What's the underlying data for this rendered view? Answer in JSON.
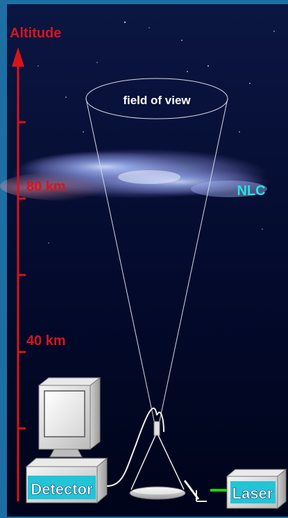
{
  "axis": {
    "title": "Altitude",
    "ticks": [
      {
        "label": "80 km"
      },
      {
        "label": "40 km"
      }
    ]
  },
  "labels": {
    "field_of_view": "field of view",
    "cloud": "NLC",
    "detector": "Detector",
    "laser": "Laser"
  },
  "colors": {
    "axis": "#d8141c",
    "sky_top": "#0a1540",
    "sky_bottom": "#00061e",
    "frame": "#1d6fa3",
    "nlc": "#27e2e8",
    "label_box": "#22c4d6",
    "laser_beam": "#11d611",
    "white": "#ffffff"
  }
}
